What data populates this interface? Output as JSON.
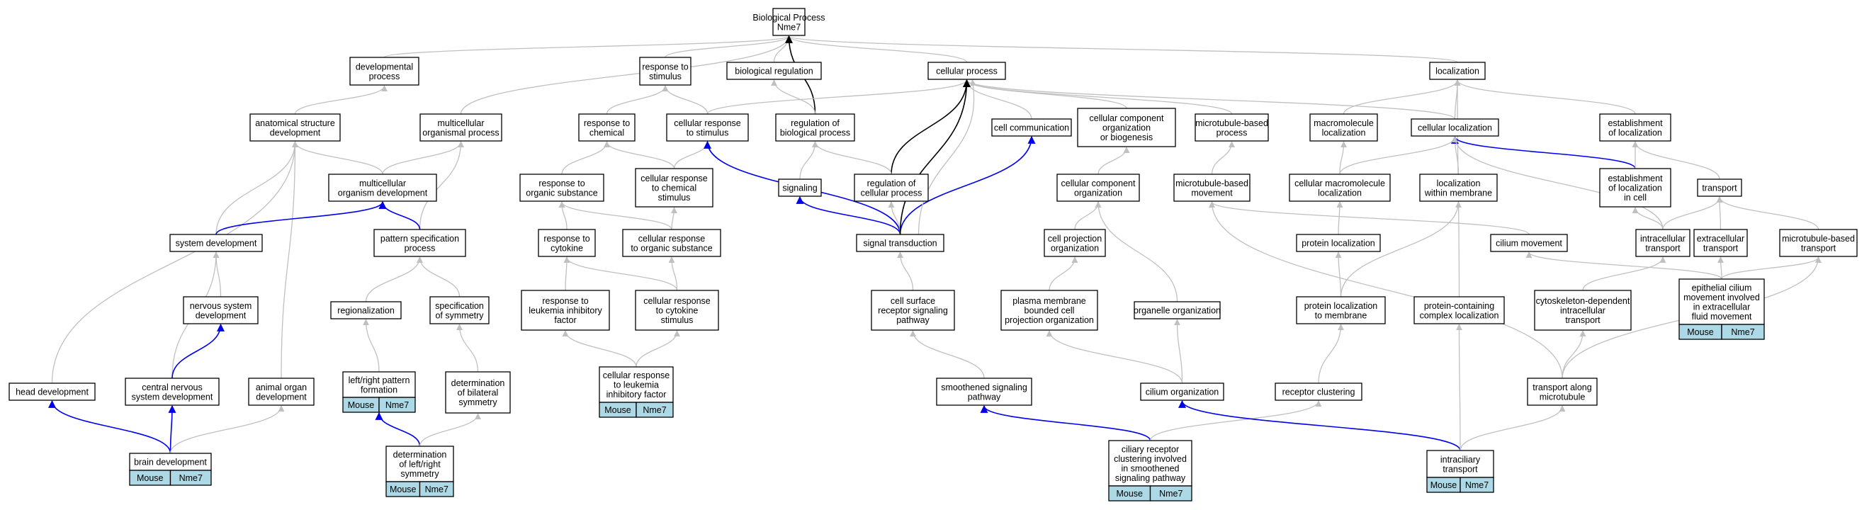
{
  "graph": {
    "colors": {
      "is_a": "#c0c0c0",
      "part_of": "#000000",
      "regulates": "#0000ee",
      "annotation_tag": "#add8e6"
    },
    "nodes": [
      {
        "id": "root",
        "lines": [
          "Biological Process",
          "Nme7"
        ]
      },
      {
        "id": "dev_proc",
        "lines": [
          "developmental",
          "process"
        ]
      },
      {
        "id": "resp_stim",
        "lines": [
          "response to",
          "stimulus"
        ]
      },
      {
        "id": "bio_reg",
        "lines": [
          "biological regulation"
        ]
      },
      {
        "id": "cell_proc",
        "lines": [
          "cellular process"
        ]
      },
      {
        "id": "localization",
        "lines": [
          "localization"
        ]
      },
      {
        "id": "anat_dev",
        "lines": [
          "anatomical structure",
          "development"
        ]
      },
      {
        "id": "multi_proc",
        "lines": [
          "multicellular",
          "organismal process"
        ]
      },
      {
        "id": "resp_chem",
        "lines": [
          "response to",
          "chemical"
        ]
      },
      {
        "id": "cell_resp_stim",
        "lines": [
          "cellular response",
          "to stimulus"
        ]
      },
      {
        "id": "reg_bio",
        "lines": [
          "regulation of",
          "biological process"
        ]
      },
      {
        "id": "cell_comm",
        "lines": [
          "cell communication"
        ]
      },
      {
        "id": "ccob",
        "lines": [
          "cellular component",
          "organization",
          "or biogenesis"
        ]
      },
      {
        "id": "mt_proc",
        "lines": [
          "microtubule-based",
          "process"
        ]
      },
      {
        "id": "macro_loc",
        "lines": [
          "macromolecule",
          "localization"
        ]
      },
      {
        "id": "cell_loc",
        "lines": [
          "cellular localization"
        ]
      },
      {
        "id": "estab_loc",
        "lines": [
          "establishment",
          "of localization"
        ]
      },
      {
        "id": "multi_org_dev",
        "lines": [
          "multicellular",
          "organism development"
        ]
      },
      {
        "id": "resp_org",
        "lines": [
          "response to",
          "organic substance"
        ]
      },
      {
        "id": "cell_resp_chem",
        "lines": [
          "cellular response",
          "to chemical",
          "stimulus"
        ]
      },
      {
        "id": "signaling",
        "lines": [
          "signaling"
        ]
      },
      {
        "id": "reg_cell",
        "lines": [
          "regulation of",
          "cellular process"
        ]
      },
      {
        "id": "cco",
        "lines": [
          "cellular component",
          "organization"
        ]
      },
      {
        "id": "mt_move",
        "lines": [
          "microtubule-based",
          "movement"
        ]
      },
      {
        "id": "cell_macro_loc",
        "lines": [
          "cellular macromolecule",
          "localization"
        ]
      },
      {
        "id": "loc_mem",
        "lines": [
          "localization",
          "within membrane"
        ]
      },
      {
        "id": "estab_loc_cell",
        "lines": [
          "establishment",
          "of localization",
          "in cell"
        ]
      },
      {
        "id": "transport",
        "lines": [
          "transport"
        ]
      },
      {
        "id": "sys_dev",
        "lines": [
          "system development"
        ]
      },
      {
        "id": "pattern",
        "lines": [
          "pattern specification",
          "process"
        ]
      },
      {
        "id": "resp_cyt",
        "lines": [
          "response to",
          "cytokine"
        ]
      },
      {
        "id": "cell_resp_org",
        "lines": [
          "cellular response",
          "to organic substance"
        ]
      },
      {
        "id": "sig_trans",
        "lines": [
          "signal transduction"
        ]
      },
      {
        "id": "cell_proj",
        "lines": [
          "cell projection",
          "organization"
        ]
      },
      {
        "id": "prot_loc",
        "lines": [
          "protein localization"
        ]
      },
      {
        "id": "cilium_move",
        "lines": [
          "cilium movement"
        ]
      },
      {
        "id": "intra_trans",
        "lines": [
          "intracellular",
          "transport"
        ]
      },
      {
        "id": "extra_trans",
        "lines": [
          "extracellular",
          "transport"
        ]
      },
      {
        "id": "mt_trans",
        "lines": [
          "microtubule-based",
          "transport"
        ]
      },
      {
        "id": "ns_dev",
        "lines": [
          "nervous system",
          "development"
        ]
      },
      {
        "id": "regionalization",
        "lines": [
          "regionalization"
        ]
      },
      {
        "id": "spec_sym",
        "lines": [
          "specification",
          "of symmetry"
        ]
      },
      {
        "id": "resp_lif",
        "lines": [
          "response to",
          "leukemia inhibitory",
          "factor"
        ]
      },
      {
        "id": "cell_resp_cyt",
        "lines": [
          "cellular response",
          "to cytokine",
          "stimulus"
        ]
      },
      {
        "id": "csr",
        "lines": [
          "cell surface",
          "receptor signaling",
          "pathway"
        ]
      },
      {
        "id": "pm_proj",
        "lines": [
          "plasma membrane",
          "bounded cell",
          "projection organization"
        ]
      },
      {
        "id": "org_org",
        "lines": [
          "organelle organization"
        ]
      },
      {
        "id": "prot_loc_mem",
        "lines": [
          "protein localization",
          "to membrane"
        ]
      },
      {
        "id": "pc_loc",
        "lines": [
          "protein-containing",
          "complex localization"
        ]
      },
      {
        "id": "cyto_trans",
        "lines": [
          "cytoskeleton-dependent",
          "intracellular",
          "transport"
        ]
      },
      {
        "id": "epi_cilium",
        "lines": [
          "epithelial cilium",
          "movement involved",
          "in extracellular",
          "fluid movement"
        ],
        "tag": [
          "Mouse",
          "Nme7"
        ]
      },
      {
        "id": "lr_pattern",
        "lines": [
          "left/right pattern",
          "formation"
        ],
        "tag": [
          "Mouse",
          "Nme7"
        ]
      },
      {
        "id": "det_bilat",
        "lines": [
          "determination",
          "of bilateral",
          "symmetry"
        ]
      },
      {
        "id": "cell_resp_lif",
        "lines": [
          "cellular response",
          "to leukemia",
          "inhibitory factor"
        ],
        "tag": [
          "Mouse",
          "Nme7"
        ]
      },
      {
        "id": "head_dev",
        "lines": [
          "head development"
        ]
      },
      {
        "id": "cns_dev",
        "lines": [
          "central nervous",
          "system development"
        ]
      },
      {
        "id": "animal_org",
        "lines": [
          "animal organ",
          "development"
        ]
      },
      {
        "id": "smo",
        "lines": [
          "smoothened signaling",
          "pathway"
        ]
      },
      {
        "id": "cilium_org",
        "lines": [
          "cilium organization"
        ]
      },
      {
        "id": "rec_cluster",
        "lines": [
          "receptor clustering"
        ]
      },
      {
        "id": "mt_along",
        "lines": [
          "transport along",
          "microtubule"
        ]
      },
      {
        "id": "brain_dev",
        "lines": [
          "brain development"
        ],
        "tag": [
          "Mouse",
          "Nme7"
        ]
      },
      {
        "id": "det_lr",
        "lines": [
          "determination",
          "of left/right",
          "symmetry"
        ],
        "tag": [
          "Mouse",
          "Nme7"
        ]
      },
      {
        "id": "cilia_rec",
        "lines": [
          "ciliary receptor",
          "clustering involved",
          "in smoothened",
          "signaling pathway"
        ],
        "tag": [
          "Mouse",
          "Nme7"
        ]
      },
      {
        "id": "ift",
        "lines": [
          "intraciliary",
          "transport"
        ],
        "tag": [
          "Mouse",
          "Nme7"
        ]
      }
    ],
    "edges": [
      {
        "from": "dev_proc",
        "to": "root",
        "type": "is_a"
      },
      {
        "from": "resp_stim",
        "to": "root",
        "type": "is_a"
      },
      {
        "from": "bio_reg",
        "to": "root",
        "type": "is_a"
      },
      {
        "from": "cell_proc",
        "to": "root",
        "type": "is_a"
      },
      {
        "from": "localization",
        "to": "root",
        "type": "is_a"
      },
      {
        "from": "multi_proc",
        "to": "root",
        "type": "is_a"
      },
      {
        "from": "reg_bio",
        "to": "root",
        "type": "part_of"
      },
      {
        "from": "anat_dev",
        "to": "dev_proc",
        "type": "is_a"
      },
      {
        "from": "resp_chem",
        "to": "resp_stim",
        "type": "is_a"
      },
      {
        "from": "cell_resp_stim",
        "to": "resp_stim",
        "type": "is_a"
      },
      {
        "from": "cell_resp_stim",
        "to": "cell_proc",
        "type": "is_a"
      },
      {
        "from": "reg_bio",
        "to": "bio_reg",
        "type": "is_a"
      },
      {
        "from": "reg_cell",
        "to": "cell_proc",
        "type": "part_of"
      },
      {
        "from": "reg_cell",
        "to": "reg_bio",
        "type": "is_a"
      },
      {
        "from": "cell_comm",
        "to": "cell_proc",
        "type": "is_a"
      },
      {
        "from": "ccob",
        "to": "cell_proc",
        "type": "is_a"
      },
      {
        "from": "mt_proc",
        "to": "cell_proc",
        "type": "is_a"
      },
      {
        "from": "cell_loc",
        "to": "cell_proc",
        "type": "is_a"
      },
      {
        "from": "macro_loc",
        "to": "localization",
        "type": "is_a"
      },
      {
        "from": "cell_loc",
        "to": "localization",
        "type": "is_a"
      },
      {
        "from": "estab_loc",
        "to": "localization",
        "type": "is_a"
      },
      {
        "from": "pc_loc",
        "to": "localization",
        "type": "is_a"
      },
      {
        "from": "multi_org_dev",
        "to": "multi_proc",
        "type": "is_a"
      },
      {
        "from": "multi_org_dev",
        "to": "anat_dev",
        "type": "is_a"
      },
      {
        "from": "sys_dev",
        "to": "anat_dev",
        "type": "is_a"
      },
      {
        "from": "head_dev",
        "to": "anat_dev",
        "type": "is_a"
      },
      {
        "from": "animal_org",
        "to": "anat_dev",
        "type": "is_a"
      },
      {
        "from": "pattern",
        "to": "multi_proc",
        "type": "is_a"
      },
      {
        "from": "sys_dev",
        "to": "multi_org_dev",
        "type": "regulates"
      },
      {
        "from": "pattern",
        "to": "multi_org_dev",
        "type": "regulates"
      },
      {
        "from": "resp_org",
        "to": "resp_chem",
        "type": "is_a"
      },
      {
        "from": "cell_resp_chem",
        "to": "resp_chem",
        "type": "is_a"
      },
      {
        "from": "cell_resp_chem",
        "to": "cell_resp_stim",
        "type": "is_a"
      },
      {
        "from": "signaling",
        "to": "reg_bio",
        "type": "is_a"
      },
      {
        "from": "sig_trans",
        "to": "cell_resp_stim",
        "type": "regulates"
      },
      {
        "from": "sig_trans",
        "to": "signaling",
        "type": "regulates"
      },
      {
        "from": "sig_trans",
        "to": "reg_cell",
        "type": "is_a"
      },
      {
        "from": "sig_trans",
        "to": "cell_comm",
        "type": "regulates"
      },
      {
        "from": "sig_trans",
        "to": "cell_proc",
        "type": "part_of"
      },
      {
        "from": "sig_trans",
        "to": "cell_proc",
        "type": "is_a"
      },
      {
        "from": "cco",
        "to": "ccob",
        "type": "is_a"
      },
      {
        "from": "mt_move",
        "to": "mt_proc",
        "type": "is_a"
      },
      {
        "from": "cell_macro_loc",
        "to": "macro_loc",
        "type": "is_a"
      },
      {
        "from": "cell_macro_loc",
        "to": "cell_loc",
        "type": "is_a"
      },
      {
        "from": "loc_mem",
        "to": "cell_loc",
        "type": "is_a"
      },
      {
        "from": "estab_loc_cell",
        "to": "cell_loc",
        "type": "regulates"
      },
      {
        "from": "estab_loc_cell",
        "to": "estab_loc",
        "type": "is_a"
      },
      {
        "from": "transport",
        "to": "estab_loc",
        "type": "is_a"
      },
      {
        "from": "intra_trans",
        "to": "cell_loc",
        "type": "is_a"
      },
      {
        "from": "intra_trans",
        "to": "estab_loc_cell",
        "type": "is_a"
      },
      {
        "from": "intra_trans",
        "to": "transport",
        "type": "is_a"
      },
      {
        "from": "extra_trans",
        "to": "transport",
        "type": "is_a"
      },
      {
        "from": "mt_trans",
        "to": "transport",
        "type": "is_a"
      },
      {
        "from": "ns_dev",
        "to": "sys_dev",
        "type": "is_a"
      },
      {
        "from": "regionalization",
        "to": "pattern",
        "type": "is_a"
      },
      {
        "from": "spec_sym",
        "to": "pattern",
        "type": "is_a"
      },
      {
        "from": "resp_cyt",
        "to": "resp_org",
        "type": "is_a"
      },
      {
        "from": "cell_resp_org",
        "to": "resp_org",
        "type": "is_a"
      },
      {
        "from": "cell_resp_org",
        "to": "cell_resp_chem",
        "type": "is_a"
      },
      {
        "from": "cell_resp_cyt",
        "to": "resp_cyt",
        "type": "is_a"
      },
      {
        "from": "cell_resp_cyt",
        "to": "cell_resp_org",
        "type": "is_a"
      },
      {
        "from": "resp_lif",
        "to": "resp_cyt",
        "type": "is_a"
      },
      {
        "from": "csr",
        "to": "sig_trans",
        "type": "is_a"
      },
      {
        "from": "cell_proj",
        "to": "cco",
        "type": "is_a"
      },
      {
        "from": "pm_proj",
        "to": "cell_proj",
        "type": "is_a"
      },
      {
        "from": "org_org",
        "to": "cco",
        "type": "is_a"
      },
      {
        "from": "prot_loc",
        "to": "cell_macro_loc",
        "type": "is_a"
      },
      {
        "from": "prot_loc_mem",
        "to": "prot_loc",
        "type": "is_a"
      },
      {
        "from": "prot_loc_mem",
        "to": "loc_mem",
        "type": "is_a"
      },
      {
        "from": "cilium_move",
        "to": "mt_move",
        "type": "is_a"
      },
      {
        "from": "cyto_trans",
        "to": "intra_trans",
        "type": "is_a"
      },
      {
        "from": "epi_cilium",
        "to": "cilium_move",
        "type": "is_a"
      },
      {
        "from": "epi_cilium",
        "to": "extra_trans",
        "type": "is_a"
      },
      {
        "from": "epi_cilium",
        "to": "mt_trans",
        "type": "is_a"
      },
      {
        "from": "det_bilat",
        "to": "spec_sym",
        "type": "is_a"
      },
      {
        "from": "lr_pattern",
        "to": "regionalization",
        "type": "is_a"
      },
      {
        "from": "cell_resp_lif",
        "to": "resp_lif",
        "type": "is_a"
      },
      {
        "from": "cell_resp_lif",
        "to": "cell_resp_cyt",
        "type": "is_a"
      },
      {
        "from": "cns_dev",
        "to": "sys_dev",
        "type": "is_a"
      },
      {
        "from": "cns_dev",
        "to": "ns_dev",
        "type": "regulates"
      },
      {
        "from": "smo",
        "to": "csr",
        "type": "is_a"
      },
      {
        "from": "cilium_org",
        "to": "pm_proj",
        "type": "is_a"
      },
      {
        "from": "cilium_org",
        "to": "org_org",
        "type": "is_a"
      },
      {
        "from": "rec_cluster",
        "to": "prot_loc_mem",
        "type": "is_a"
      },
      {
        "from": "mt_along",
        "to": "mt_move",
        "type": "is_a"
      },
      {
        "from": "mt_along",
        "to": "cyto_trans",
        "type": "is_a"
      },
      {
        "from": "mt_along",
        "to": "mt_trans",
        "type": "is_a"
      },
      {
        "from": "brain_dev",
        "to": "head_dev",
        "type": "regulates"
      },
      {
        "from": "brain_dev",
        "to": "cns_dev",
        "type": "regulates"
      },
      {
        "from": "brain_dev",
        "to": "animal_org",
        "type": "is_a"
      },
      {
        "from": "det_lr",
        "to": "lr_pattern",
        "type": "regulates"
      },
      {
        "from": "det_lr",
        "to": "det_bilat",
        "type": "is_a"
      },
      {
        "from": "cilia_rec",
        "to": "smo",
        "type": "regulates"
      },
      {
        "from": "cilia_rec",
        "to": "rec_cluster",
        "type": "is_a"
      },
      {
        "from": "ift",
        "to": "cilium_org",
        "type": "regulates"
      },
      {
        "from": "ift",
        "to": "pc_loc",
        "type": "is_a"
      },
      {
        "from": "ift",
        "to": "mt_along",
        "type": "is_a"
      }
    ]
  }
}
